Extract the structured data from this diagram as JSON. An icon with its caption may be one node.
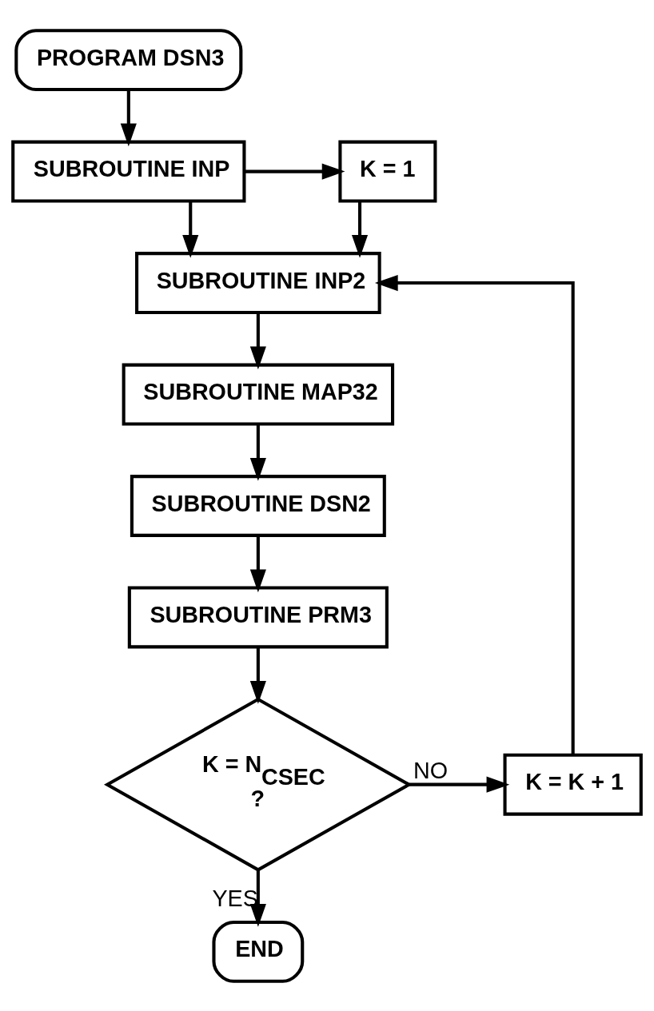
{
  "diagram": {
    "nodes": [
      {
        "text": [
          "PROGRAM DSN3"
        ]
      },
      {
        "text": [
          "SUBROUTINE INP"
        ]
      },
      {
        "text": [
          "K = 1"
        ]
      },
      {
        "text": [
          "SUBROUTINE INP2"
        ]
      },
      {
        "text": [
          "SUBROUTINE MAP32"
        ]
      },
      {
        "text": [
          "SUBROUTINE DSN2"
        ]
      },
      {
        "text": [
          "SUBROUTINE PRM3"
        ]
      },
      {
        "text": [
          "K = N$_{CSEC}$",
          "?"
        ]
      },
      {
        "text": [
          "K = K + 1"
        ]
      },
      {
        "text": [
          "END"
        ]
      }
    ],
    "edges": [
      {
        "from": 0,
        "to": 1,
        "arrow": "to"
      },
      {
        "from": 1,
        "to": 2,
        "arrow": "to"
      },
      {
        "from": 1,
        "to": 3,
        "arrow": "to"
      },
      {
        "from": 2,
        "to": 3,
        "arrow": "to"
      },
      {
        "from": 3,
        "to": 4,
        "arrow": "to"
      },
      {
        "from": 4,
        "to": 5,
        "arrow": "to"
      },
      {
        "from": 5,
        "to": 6,
        "arrow": "to"
      },
      {
        "from": 6,
        "to": 7,
        "arrow": "to"
      },
      {
        "from": 7,
        "to": 8,
        "label": "NO",
        "arrow": "to"
      },
      {
        "from": 8,
        "to": 3,
        "arrow": "to"
      },
      {
        "from": 7,
        "to": 9,
        "label": "YES",
        "arrow": "to"
      }
    ]
  }
}
